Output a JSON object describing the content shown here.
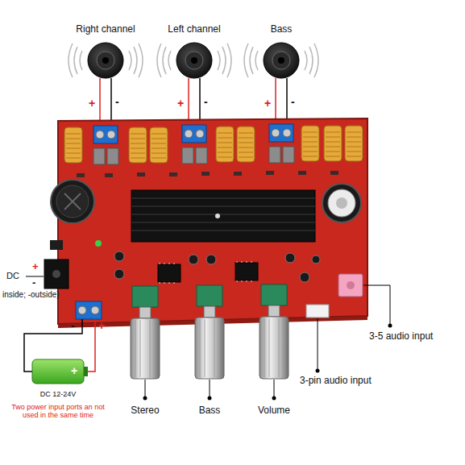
{
  "diagram": {
    "labels": [
      "Right channel",
      "Left channel",
      "Bass",
      "+",
      "-",
      "+",
      "-",
      "+",
      "-",
      "DC",
      "+",
      "-",
      "inside; -outside)",
      "-",
      "+",
      "3-5 audio input",
      "+",
      "3-pin audio input",
      "DC 12-24V",
      "Two power input ports an not used in the same time",
      "Stereo",
      "Bass",
      "Volume"
    ]
  }
}
